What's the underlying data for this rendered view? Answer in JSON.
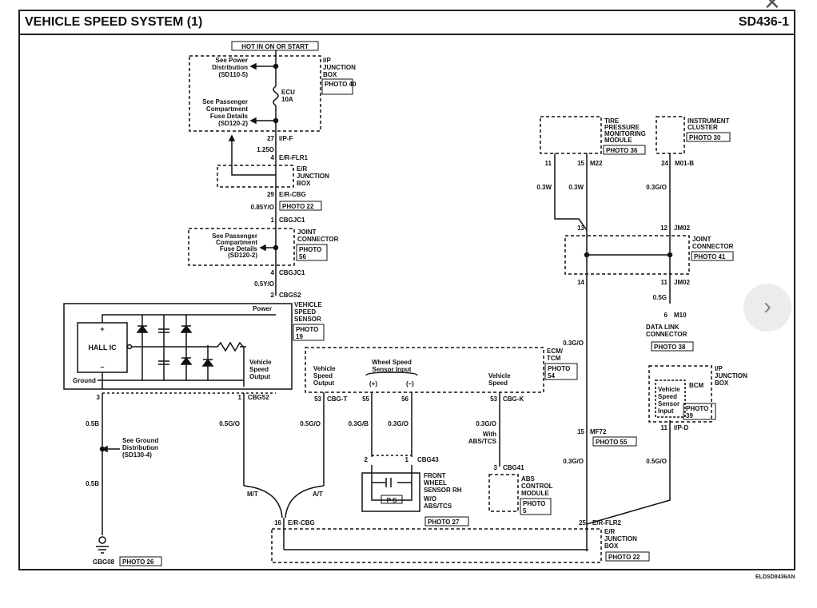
{
  "header": {
    "title": "VEHICLE SPEED SYSTEM (1)",
    "sheet_id": "SD436-1"
  },
  "nav": {
    "close_glyph": "✕",
    "next_glyph": "›"
  },
  "footer": {
    "code": "ELDSD8436AN"
  },
  "diagram": {
    "hot_label": "HOT IN ON OR START",
    "ip_jbox": {
      "l1": "I/P",
      "l2": "JUNCTION",
      "l3": "BOX",
      "photo": "PHOTO 40"
    },
    "power_dist": {
      "l1": "See Power",
      "l2": "Distribution",
      "l3": "(SD110-5)"
    },
    "pass_fuse": {
      "l1": "See Passenger",
      "l2": "Compartment",
      "l3": "Fuse Details",
      "l4": "(SD120-2)"
    },
    "fuse": {
      "name": "ECU",
      "rating": "10A"
    },
    "pin27": "27",
    "conn_ipf": "I/P-F",
    "w125": "1.25O",
    "pin4": "4",
    "conn_erflr1": "E/R-FLR1",
    "er_jbox": {
      "l1": "E/R",
      "l2": "JUNCTION",
      "l3": "BOX"
    },
    "pin29": "29",
    "conn_ercbg": "E/R-CBG",
    "w085": "0.85Y/O",
    "photo22a": "PHOTO 22",
    "pin1": "1",
    "conn_cbgjc1": "CBGJC1",
    "joint1": {
      "l1": "JOINT",
      "l2": "CONNECTOR",
      "p1": "PHOTO",
      "p2": "56"
    },
    "pass_fuse2": {
      "l1": "See Passenger",
      "l2": "Compartment",
      "l3": "Fuse Details",
      "l4": "(SD120-2)"
    },
    "pin4b": "4",
    "conn_cbgjc1b": "CBGJC1",
    "w05yo": "0.5Y/O",
    "pin2": "2",
    "conn_cbgs2": "CBGS2",
    "vss": {
      "l1": "VEHICLE",
      "l2": "SPEED",
      "l3": "SENSOR",
      "p1": "PHOTO",
      "p2": "19"
    },
    "power_label": "Power",
    "hall_ic": "HALL IC",
    "plus": "+",
    "minus": "–",
    "ground_label": "Ground",
    "vso": {
      "l1": "Vehicle",
      "l2": "Speed",
      "l3": "Output"
    },
    "pin3": "3",
    "pin1b": "1",
    "conn_cbg52": "CBG52",
    "w05b": "0.5B",
    "w05b2": "0.5B",
    "gnd_dist": {
      "l1": "See Ground",
      "l2": "Distribution",
      "l3": "(SD130-4)"
    },
    "gbg": "GBG08",
    "photo26": "PHOTO 26",
    "w05go": "0.5G/O",
    "mt": "M/T",
    "at": "A/T",
    "pin16": "16",
    "conn_ercbg2": "E/R-CBG",
    "ecm": {
      "l1": "ECM/",
      "l2": "TCM",
      "p1": "PHOTO",
      "p2": "54"
    },
    "ecm_vso": {
      "l1": "Vehicle",
      "l2": "Speed",
      "l3": "Output"
    },
    "wss_in": {
      "l1": "Wheel Speed",
      "l2": "Sensor Input"
    },
    "vs": {
      "l1": "Vehicle",
      "l2": "Speed"
    },
    "plus_p": "(+)",
    "minus_p": "(–)",
    "pin53": "53",
    "conn_cbgt": "CBG-T",
    "pin55": "55",
    "pin56": "56",
    "pin53b": "53",
    "conn_cbgk": "CBG-K",
    "w05go2": "0.5G/O",
    "w03gb": "0.3G/B",
    "w03go": "0.3G/O",
    "w03go2": "0.3G/O",
    "with_abs": {
      "l1": "With",
      "l2": "ABS/TCS"
    },
    "pin2b": "2",
    "pin1c": "1",
    "conn_cbg43": "CBG43",
    "fws": {
      "l1": "FRONT",
      "l2": "WHEEL",
      "l3": "SENSOR RH",
      "l4": "W/O",
      "l5": "ABS/TCS"
    },
    "ps": "P S",
    "photo27": "PHOTO 27",
    "pin3b": "3",
    "conn_cbg41": "CBG41",
    "abs": {
      "l1": "ABS",
      "l2": "CONTROL",
      "l3": "MODULE",
      "p1": "PHOTO",
      "p2": "5"
    },
    "tpms": {
      "l1": "TIRE",
      "l2": "PRESSURE",
      "l3": "MONITORING",
      "l4": "MODULE",
      "photo": "PHOTO 36"
    },
    "ic": {
      "l1": "INSTRUMENT",
      "l2": "CLUSTER",
      "photo": "PHOTO 30"
    },
    "pin11": "11",
    "pin15": "15",
    "conn_m22": "M22",
    "pin24": "24",
    "conn_m01b": "M01-B",
    "w03w": "0.3W",
    "w03w2": "0.3W",
    "w03go3": "0.3G/O",
    "pin13": "13",
    "pin12": "12",
    "conn_jm02": "JM02",
    "joint2": {
      "l1": "JOINT",
      "l2": "CONNECTOR",
      "photo": "PHOTO 41"
    },
    "pin14": "14",
    "pin11b": "11",
    "conn_jm02b": "JM02",
    "w05g": "0.5G",
    "pin6": "6",
    "conn_m10": "M10",
    "dlc": {
      "l1": "DATA LINK",
      "l2": "CONNECTOR",
      "photo": "PHOTO 38"
    },
    "w03go4": "0.3G/O",
    "ipjb2": {
      "l1": "I/P",
      "l2": "JUNCTION",
      "l3": "BOX"
    },
    "bcm": "BCM",
    "bcm_in": {
      "l1": "Vehicle",
      "l2": "Speed",
      "l3": "Sensor",
      "l4": "Input"
    },
    "photo39a": "PHOTO",
    "photo39b": "39",
    "pin11c": "11",
    "conn_ipd": "I/P-D",
    "pin15b": "15",
    "conn_mf72": "MF72",
    "photo55": "PHOTO 55",
    "w03go5": "0.3G/O",
    "w05go3": "0.5G/O",
    "pin25": "25",
    "conn_erflr2": "E/R-FLR2",
    "er_jbox2": {
      "l1": "E/R",
      "l2": "JUNCTION",
      "l3": "BOX",
      "photo": "PHOTO 22"
    }
  }
}
